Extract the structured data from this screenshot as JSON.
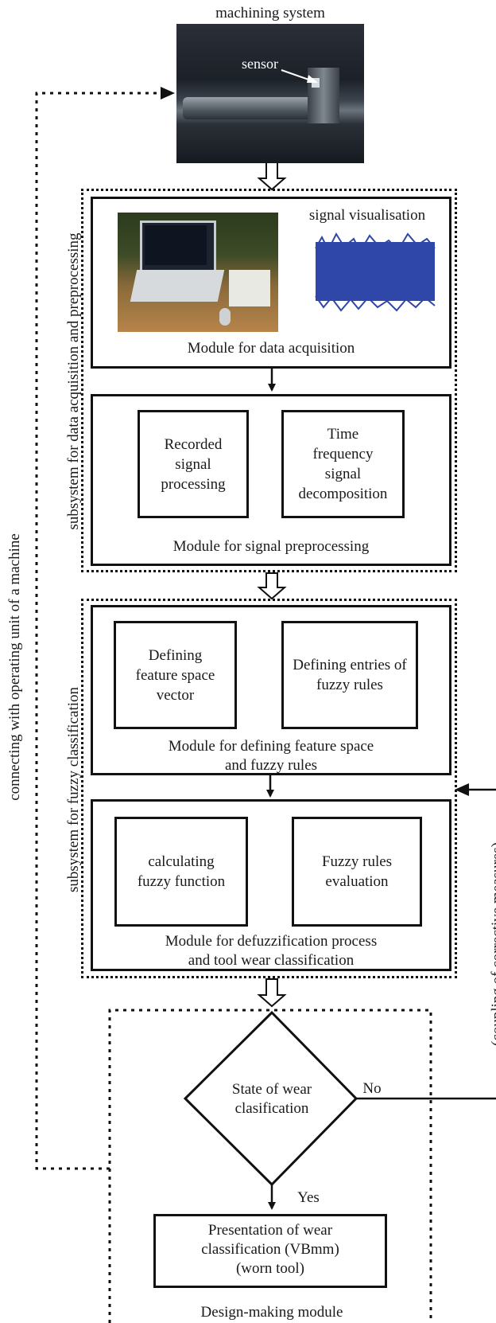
{
  "machining_system": {
    "title": "machining system",
    "sensor_label": "sensor"
  },
  "sidebar": {
    "left_connection_label": "connecting with operating unit of a machine",
    "right_coupling_label": "(coupling of corrective measures)"
  },
  "subsystem_acquisition": {
    "label": "subsystem for data acquisition and  preprocessing",
    "module_data_acquisition": {
      "signal_label": "signal visualisation",
      "title": "Module for data acquisition"
    },
    "module_signal_preprocessing": {
      "box1": "Recorded signal processing",
      "box2": "Time frequency signal decomposition",
      "title": "Module for signal preprocessing"
    }
  },
  "subsystem_fuzzy": {
    "label": "subsystem for fuzzy classification",
    "module_feature_space": {
      "box1": "Defining feature space vector",
      "box2": "Defining entries of fuzzy rules",
      "title_line1": "Module for defining feature space",
      "title_line2": "and  fuzzy rules"
    },
    "module_defuzzification": {
      "box1": "calculating fuzzy function",
      "box2": "Fuzzy rules evaluation",
      "title_line1": "Module for defuzzification process",
      "title_line2": "and tool wear classification"
    }
  },
  "decision": {
    "diamond_line1": "State of wear",
    "diamond_line2": "clasification",
    "no_label": "No",
    "yes_label": "Yes",
    "result_line1": "Presentation of wear",
    "result_line2": "classification (VBmm)",
    "result_line3": "(worn tool)",
    "module_title": "Design-making module"
  }
}
